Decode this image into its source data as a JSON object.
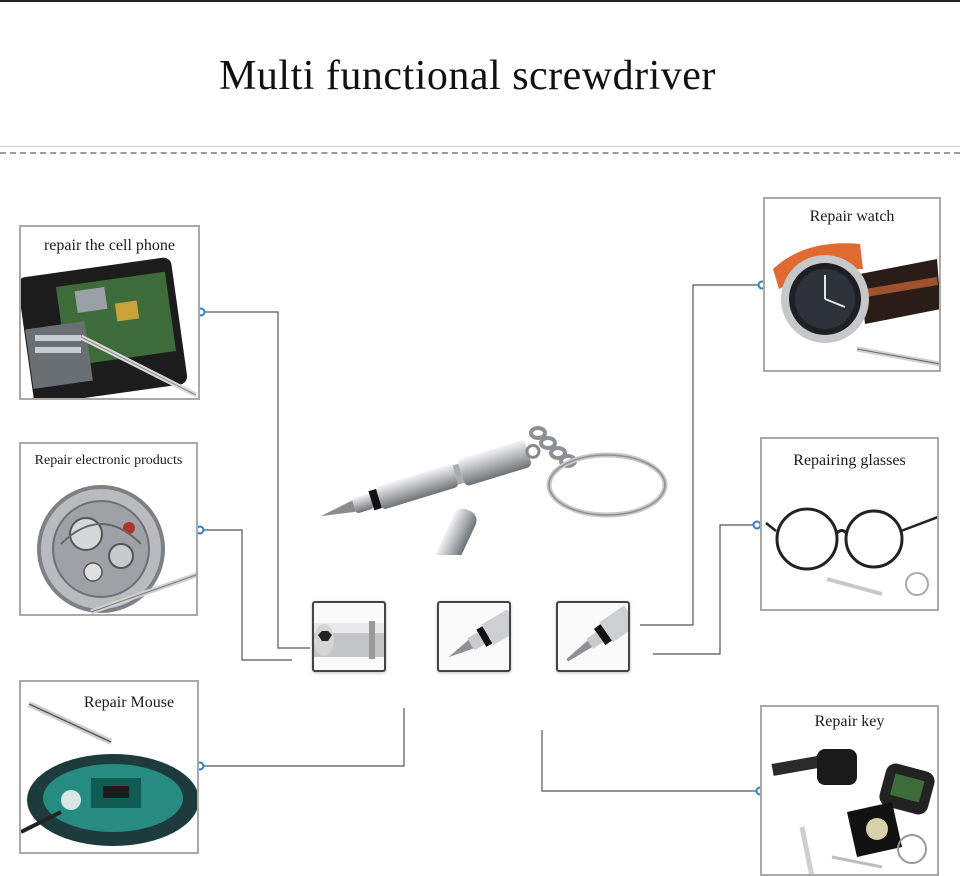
{
  "title": "Multi functional screwdriver",
  "cards": {
    "cell_phone": "repair the cell phone",
    "electronic": "Repair electronic products",
    "mouse": "Repair Mouse",
    "watch": "Repair watch",
    "glasses": "Repairing glasses",
    "key": "Repair key"
  },
  "icons": {
    "center": "mini-screwdriver-keychain",
    "zoom_1": "hex-socket-tip",
    "zoom_2": "phillips-tip",
    "zoom_3": "flathead-tip"
  },
  "colors": {
    "connector_line": "#555555",
    "connector_dot": "#2f7fd0",
    "card_border": "#a9a9a9"
  }
}
